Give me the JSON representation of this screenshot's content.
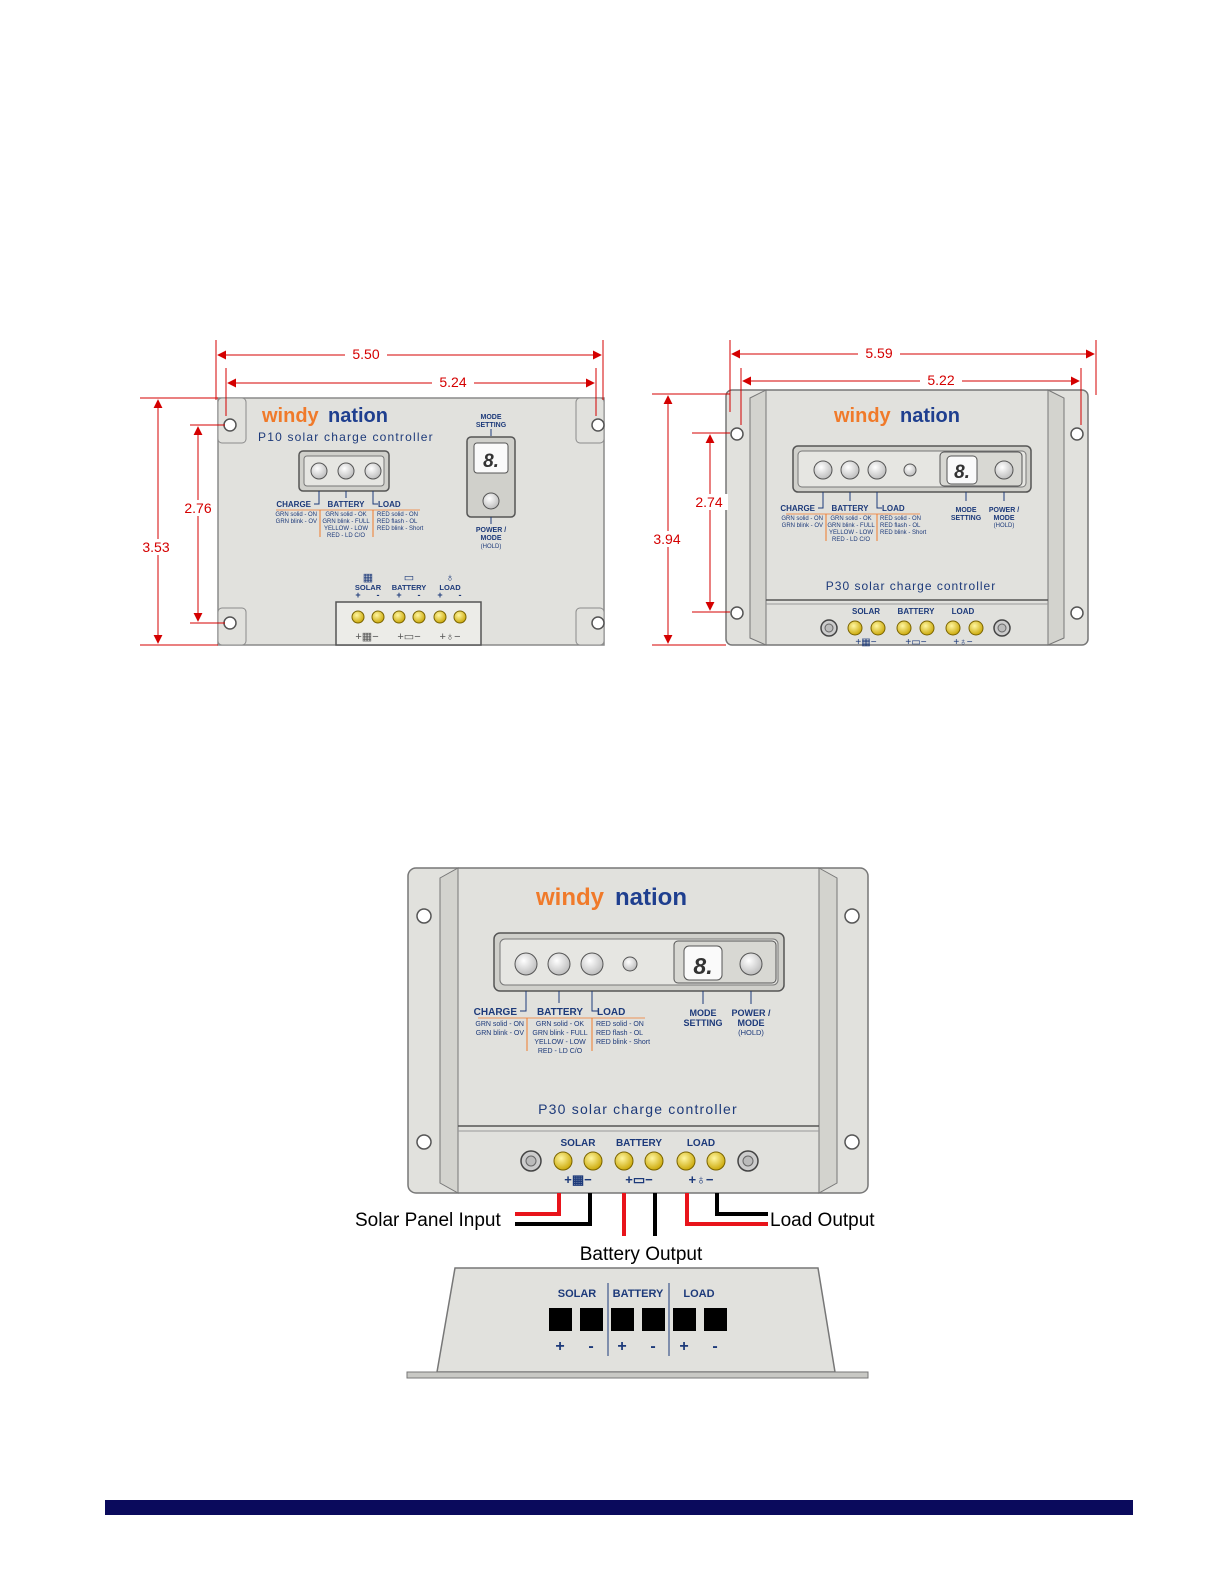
{
  "brand": {
    "windy": "windy",
    "nation": "nation"
  },
  "p10": {
    "title": "P10 solar charge controller",
    "dims": {
      "width_outer": "5.50",
      "width_holes": "5.24",
      "height_holes": "2.76",
      "height_outer": "3.53"
    },
    "mode_setting": [
      "MODE",
      "SETTING"
    ],
    "power_mode": [
      "POWER /",
      "MODE",
      "(HOLD)"
    ],
    "display_char": "8.",
    "indicators": {
      "charge": {
        "label": "CHARGE",
        "lines": [
          "GRN solid - ON",
          "GRN blink - OV"
        ]
      },
      "battery": {
        "label": "BATTERY",
        "lines": [
          "GRN solid - OK",
          "GRN blink - FULL",
          "YELLOW - LOW",
          "RED - LD C/O"
        ]
      },
      "load": {
        "label": "LOAD",
        "lines": [
          "RED solid - ON",
          "RED flash - OL",
          "RED blink - Short"
        ]
      }
    },
    "terminals": {
      "solar": "SOLAR",
      "battery": "BATTERY",
      "load": "LOAD",
      "plus": "+",
      "minus": "-"
    }
  },
  "p30": {
    "title": "P30 solar charge controller",
    "dims": {
      "width_outer": "5.59",
      "width_holes": "5.22",
      "height_holes": "2.74",
      "height_outer": "3.94"
    },
    "mode_setting": [
      "MODE",
      "SETTING"
    ],
    "power_mode": [
      "POWER /",
      "MODE",
      "(HOLD)"
    ],
    "display_char": "8.",
    "indicators": {
      "charge": {
        "label": "CHARGE",
        "lines": [
          "GRN solid - ON",
          "GRN blink - OV"
        ]
      },
      "battery": {
        "label": "BATTERY",
        "lines": [
          "GRN solid - OK",
          "GRN blink - FULL",
          "YELLOW - LOW",
          "RED - LD C/O"
        ]
      },
      "load": {
        "label": "LOAD",
        "lines": [
          "RED solid - ON",
          "RED flash - OL",
          "RED blink - Short"
        ]
      }
    },
    "terminals": {
      "solar": "SOLAR",
      "battery": "BATTERY",
      "load": "LOAD",
      "plus": "+",
      "minus": "-"
    }
  },
  "wiring": {
    "solar_panel_input": "Solar Panel Input",
    "battery_output": "Battery Output",
    "load_output": "Load Output",
    "colors": {
      "positive": "#e8141b",
      "negative": "#000000"
    }
  },
  "bottom_view": {
    "solar": "SOLAR",
    "battery": "BATTERY",
    "load": "LOAD",
    "plus": "+",
    "minus": "-"
  },
  "colors": {
    "dimension": "#d40000",
    "housing": "#e1e1dd",
    "footer": "#0a0a5c"
  }
}
